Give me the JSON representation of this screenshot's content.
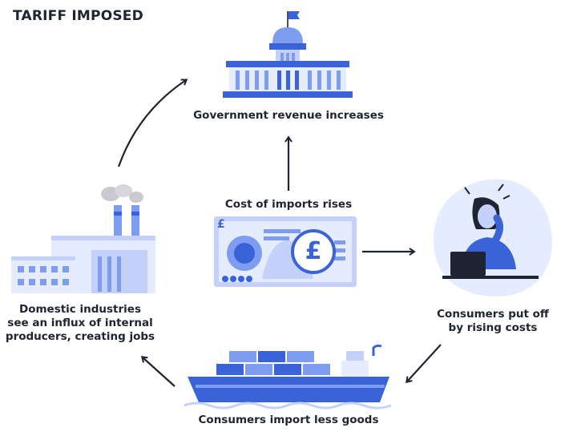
{
  "diagram": {
    "title": "TARIFF IMPOSED",
    "nodes": {
      "government": {
        "label": "Government revenue increases",
        "icon": "government-building-icon"
      },
      "center": {
        "label": "Cost of imports rises",
        "icon": "pound-banknote-icon",
        "note_symbol": "£",
        "coin_symbol": "£"
      },
      "consumer": {
        "label_line1": "Consumers put off",
        "label_line2": "by rising costs",
        "icon": "stressed-consumer-icon"
      },
      "ship": {
        "label": "Consumers import less goods",
        "icon": "cargo-ship-icon"
      },
      "factory": {
        "label_line1": "Domestic industries",
        "label_line2": "see an influx of internal",
        "label_line3": "producers, creating jobs",
        "icon": "factory-icon"
      }
    },
    "colors": {
      "dark": "#1f2433",
      "primary_blue": "#3a63d8",
      "mid_blue": "#7e9cf0",
      "light_blue": "#c4d2fb",
      "pale_blue": "#e5ecfe"
    }
  }
}
